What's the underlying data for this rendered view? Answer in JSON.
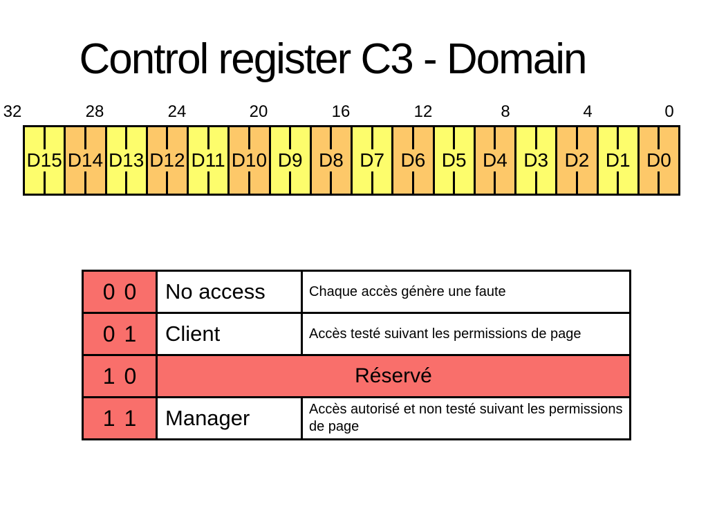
{
  "slide": {
    "title": "Control register C3 - Domain",
    "background_color": "#FFFFFF"
  },
  "register": {
    "bit_scale": [
      "32",
      "28",
      "24",
      "20",
      "16",
      "12",
      "8",
      "4",
      "0"
    ],
    "fields": [
      {
        "label": "D15",
        "color": "yellow"
      },
      {
        "label": "D14",
        "color": "orange"
      },
      {
        "label": "D13",
        "color": "yellow"
      },
      {
        "label": "D12",
        "color": "orange"
      },
      {
        "label": "D11",
        "color": "yellow"
      },
      {
        "label": "D10",
        "color": "orange"
      },
      {
        "label": "D9",
        "color": "yellow"
      },
      {
        "label": "D8",
        "color": "orange"
      },
      {
        "label": "D7",
        "color": "yellow"
      },
      {
        "label": "D6",
        "color": "orange"
      },
      {
        "label": "D5",
        "color": "yellow"
      },
      {
        "label": "D4",
        "color": "orange"
      },
      {
        "label": "D3",
        "color": "yellow"
      },
      {
        "label": "D2",
        "color": "orange"
      },
      {
        "label": "D1",
        "color": "yellow"
      },
      {
        "label": "D0",
        "color": "orange"
      }
    ],
    "colors": {
      "yellow": "#FDFD6C",
      "orange": "#FDC869"
    }
  },
  "table": {
    "accent_color": "#F96F6B",
    "rows": [
      {
        "code": "0 0",
        "name": "No access",
        "description": "Chaque accès génère une faute"
      },
      {
        "code": "0 1",
        "name": "Client",
        "description": "Accès testé suivant les permissions de page"
      },
      {
        "code": "1 0",
        "name": "Réservé",
        "description": ""
      },
      {
        "code": "1 1",
        "name": "Manager",
        "description": "Accès autorisé et non testé suivant les permissions de page"
      }
    ]
  }
}
